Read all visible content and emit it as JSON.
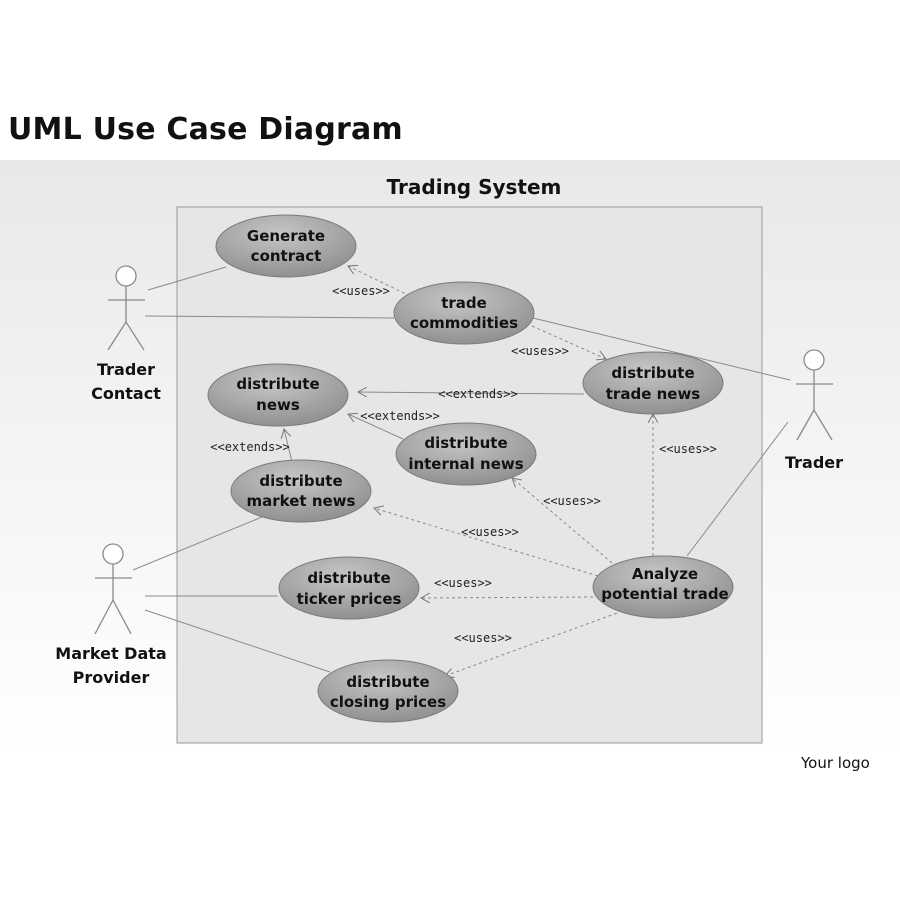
{
  "title": "UML Use Case Diagram",
  "system": {
    "title": "Trading System"
  },
  "logo": "Your logo",
  "actors": [
    {
      "id": "trader-contact",
      "lines": [
        "Trader",
        "Contact"
      ]
    },
    {
      "id": "trader",
      "lines": [
        "Trader"
      ]
    },
    {
      "id": "market-data-provider",
      "lines": [
        "Market Data",
        "Provider"
      ]
    }
  ],
  "use_cases": [
    {
      "id": "generate-contract",
      "lines": [
        "Generate",
        "contract"
      ]
    },
    {
      "id": "trade-commodities",
      "lines": [
        "trade",
        "commodities"
      ]
    },
    {
      "id": "distribute-trade-news",
      "lines": [
        "distribute",
        "trade news"
      ]
    },
    {
      "id": "distribute-news",
      "lines": [
        "distribute",
        "news"
      ]
    },
    {
      "id": "distribute-internal-news",
      "lines": [
        "distribute",
        "internal news"
      ]
    },
    {
      "id": "distribute-market-news",
      "lines": [
        "distribute",
        "market news"
      ]
    },
    {
      "id": "distribute-ticker-prices",
      "lines": [
        "distribute",
        "ticker prices"
      ]
    },
    {
      "id": "analyze-potential-trade",
      "lines": [
        "Analyze",
        "potential trade"
      ]
    },
    {
      "id": "distribute-closing-prices",
      "lines": [
        "distribute",
        "closing prices"
      ]
    }
  ],
  "relations": [
    {
      "id": "uses-1",
      "label": "<<uses>>"
    },
    {
      "id": "uses-2",
      "label": "<<uses>>"
    },
    {
      "id": "extends-1",
      "label": "<<extends>>"
    },
    {
      "id": "extends-2",
      "label": "<<extends>>"
    },
    {
      "id": "extends-3",
      "label": "<<extends>>"
    },
    {
      "id": "uses-3",
      "label": "<<uses>>"
    },
    {
      "id": "uses-4",
      "label": "<<uses>>"
    },
    {
      "id": "uses-5",
      "label": "<<uses>>"
    },
    {
      "id": "uses-6",
      "label": "<<uses>>"
    },
    {
      "id": "uses-7",
      "label": "<<uses>>"
    }
  ]
}
